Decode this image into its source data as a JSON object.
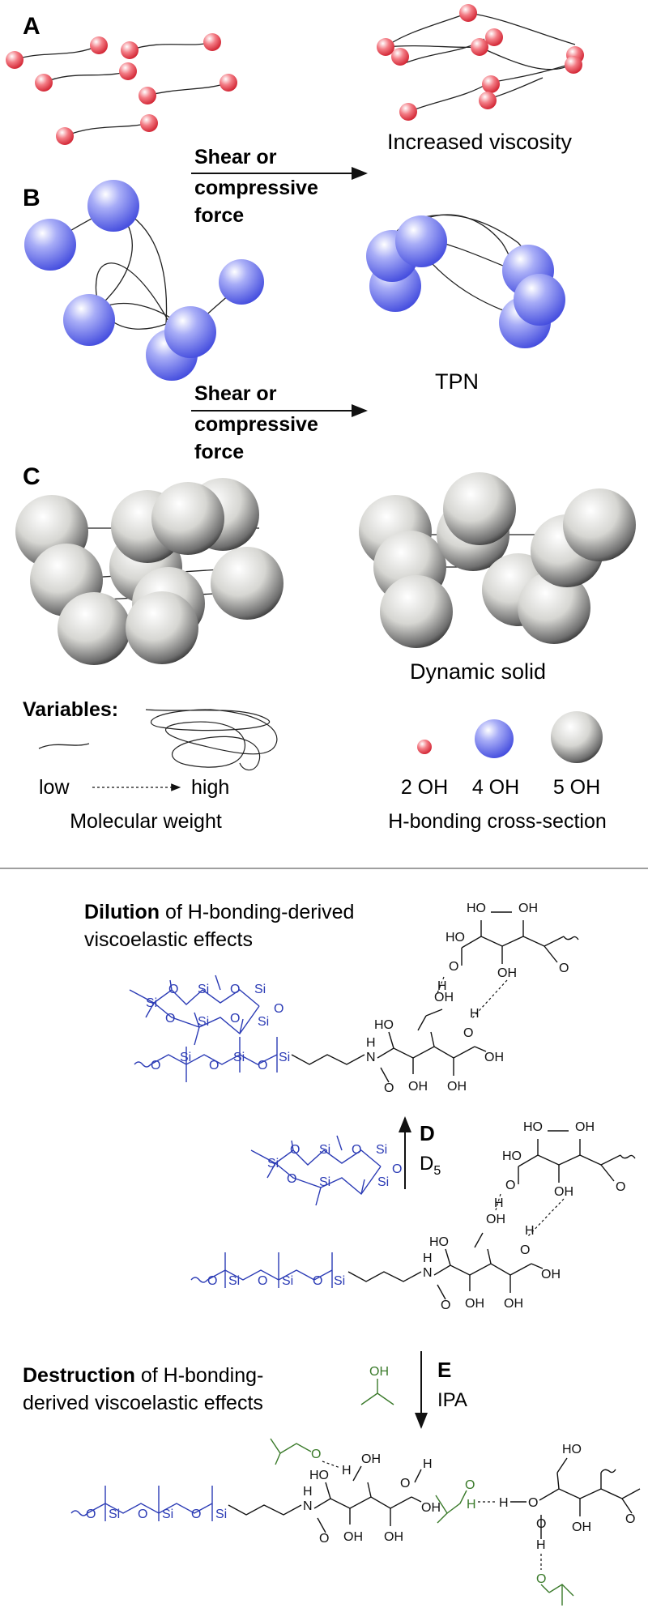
{
  "panels": {
    "a": {
      "letter": "A",
      "result_label": "Increased viscosity"
    },
    "b": {
      "letter": "B",
      "result_label": "TPN"
    },
    "c": {
      "letter": "C",
      "result_label": "Dynamic solid"
    }
  },
  "arrows": {
    "top": {
      "line1": "Shear or",
      "line2": "compressive",
      "line3": "force"
    },
    "middle": {
      "line1": "Shear or",
      "line2": "compressive",
      "line3": "force"
    }
  },
  "variables": {
    "title": "Variables:",
    "low": "low",
    "high": "high",
    "mw_caption": "Molecular weight",
    "hb_caption": "H-bonding cross-section",
    "legend": [
      {
        "label": "2 OH",
        "color": "#e8555f"
      },
      {
        "label": "4 OH",
        "color": "#6a72ef"
      },
      {
        "label": "5 OH",
        "color": "#1a1a1a"
      }
    ]
  },
  "colors": {
    "small_sphere": "#ef4d5a",
    "medium_sphere": "#5f68ee",
    "large_sphere": "#111111",
    "siloxane": "#2b3bb5",
    "ipa": "#3a7a2a",
    "ink": "#111111",
    "divider": "#666666"
  },
  "chemistry": {
    "dilution": {
      "bold": "Dilution",
      "line1_rest": " of H-bonding-derived",
      "line2": "viscoelastic effects"
    },
    "destruction": {
      "bold": "Destruction",
      "line1_rest": " of H-bonding-",
      "line2": "derived viscoelastic effects"
    },
    "step_d": {
      "letter": "D",
      "reagent": "D",
      "reagent_sub": "5"
    },
    "step_e": {
      "letter": "E",
      "reagent": "IPA"
    },
    "atoms": {
      "si": "Si",
      "o": "O",
      "h": "H",
      "n": "H\nN",
      "oh": "OH",
      "ho": "HO"
    }
  }
}
